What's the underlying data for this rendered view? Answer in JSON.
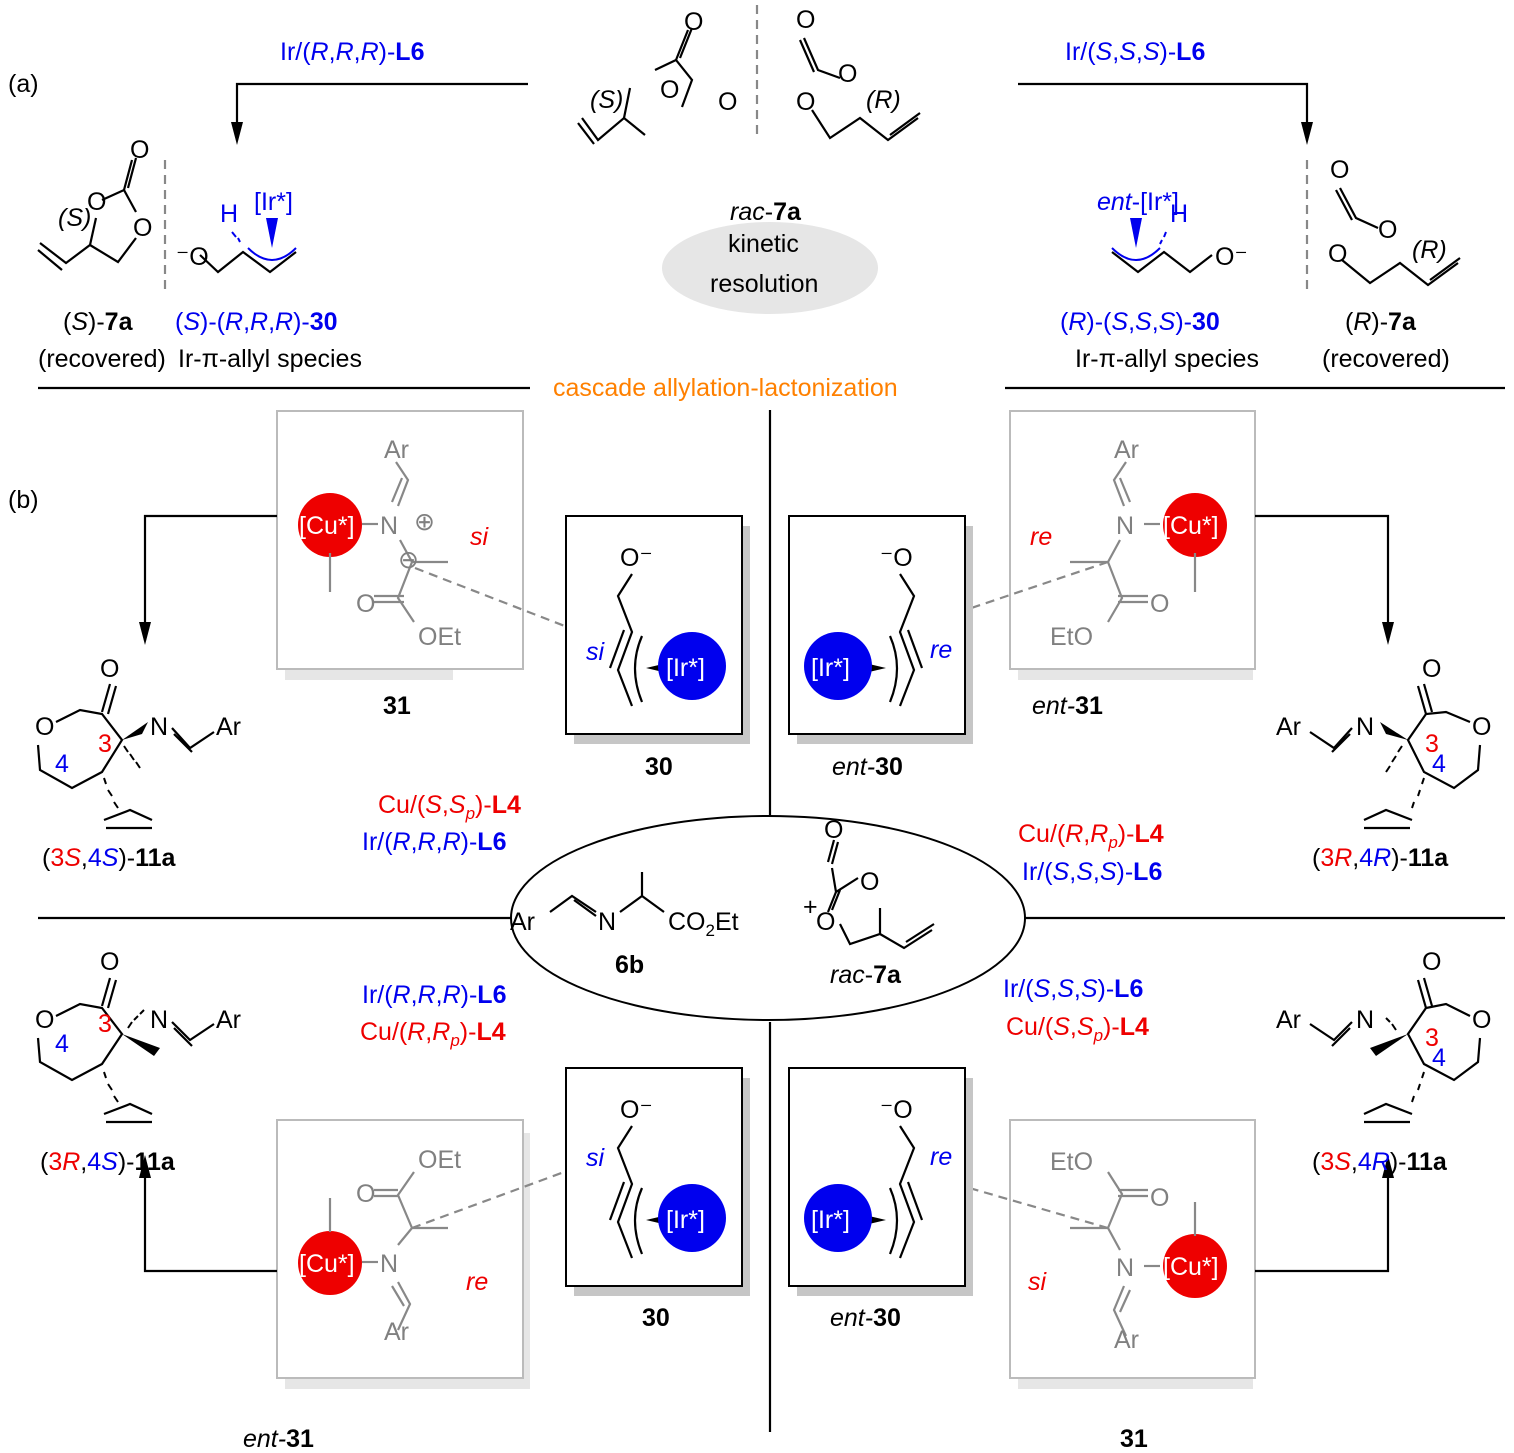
{
  "panel_labels": {
    "a": "(a)",
    "b": "(b)"
  },
  "colors": {
    "iridium": "#0000ee",
    "copper": "#ee0000",
    "cascade": "#ff8000",
    "gray": "#808080",
    "resolution_oval": "#e6e6e6"
  },
  "part_a": {
    "left_arrow_reagent": {
      "prefix": "Ir/(",
      "s1": "R",
      "c1": ",",
      "s2": "R",
      "c2": ",",
      "s3": "R",
      "suffix": ")-",
      "ligand": "L6"
    },
    "right_arrow_reagent": {
      "prefix": "Ir/(",
      "s1": "S",
      "c1": ",",
      "s2": "S",
      "c2": ",",
      "s3": "S",
      "suffix": ")-",
      "ligand": "L6"
    },
    "center_S_label": "(S)",
    "center_R_label": "(R)",
    "rac_label": {
      "prefix": "rac",
      "dash": "-",
      "compound": "7a"
    },
    "resolution_line1": "kinetic",
    "resolution_line2": "resolution",
    "left_recovered": {
      "open": "(",
      "config": "S",
      "close": ")-",
      "compound": "7a",
      "note": "(recovered)",
      "stereo_label": "(S)"
    },
    "right_recovered": {
      "open": "(",
      "config": "R",
      "close": ")-",
      "compound": "7a",
      "note": "(recovered)",
      "stereo_label": "(R)"
    },
    "left_species": {
      "p1": "(",
      "c1": "S",
      "p2": ")-(",
      "c2": "R",
      "p3": ",",
      "c3": "R",
      "p4": ",",
      "c4": "R",
      "p5": ")-",
      "compound": "30",
      "note": "Ir-π-allyl species",
      "metal": "[Ir*]",
      "h": "H",
      "oxyanion": "⁻O"
    },
    "right_species": {
      "p1": "(",
      "c1": "R",
      "p2": ")-(",
      "c2": "S",
      "p3": ",",
      "c3": "S",
      "p4": ",",
      "c4": "S",
      "p5": ")-",
      "compound": "30",
      "note": "Ir-π-allyl species",
      "metal_prefix": "ent",
      "metal": "-[Ir*]",
      "h": "H",
      "oxyanion": "O⁻"
    },
    "atoms": {
      "O": "O"
    }
  },
  "cascade_label": "cascade allylation-lactonization",
  "part_b": {
    "center": {
      "imine": {
        "ar": "Ar",
        "n": "N",
        "ester": "CO",
        "sub": "2",
        "et": "Et",
        "label": "6b"
      },
      "plus": "+",
      "carbonate": {
        "prefix": "rac",
        "dash": "-",
        "compound": "7a"
      }
    },
    "conditions": [
      {
        "quadrant": "top-left",
        "line1": {
          "metal": "Cu/(",
          "a": "S",
          "comma": ",",
          "b": "S",
          "sub": "p",
          "close": ")-",
          "lig": "L4"
        },
        "line2": {
          "metal": "Ir/(",
          "a": "R",
          "c1": ",",
          "b": "R",
          "c2": ",",
          "c": "R",
          "close": ")-",
          "lig": "L6"
        }
      },
      {
        "quadrant": "top-right",
        "line1": {
          "metal": "Cu/(",
          "a": "R",
          "comma": ",",
          "b": "R",
          "sub": "p",
          "close": ")-",
          "lig": "L4"
        },
        "line2": {
          "metal": "Ir/(",
          "a": "S",
          "c1": ",",
          "b": "S",
          "c2": ",",
          "c": "S",
          "close": ")-",
          "lig": "L6"
        }
      },
      {
        "quadrant": "bottom-left",
        "line1": {
          "metal": "Ir/(",
          "a": "R",
          "c1": ",",
          "b": "R",
          "c2": ",",
          "c": "R",
          "close": ")-",
          "lig": "L6"
        },
        "line2": {
          "metal": "Cu/(",
          "a": "R",
          "comma": ",",
          "b": "R",
          "sub": "p",
          "close": ")-",
          "lig": "L4"
        }
      },
      {
        "quadrant": "bottom-right",
        "line1": {
          "metal": "Ir/(",
          "a": "S",
          "c1": ",",
          "b": "S",
          "c2": ",",
          "c": "S",
          "close": ")-",
          "lig": "L6"
        },
        "line2": {
          "metal": "Cu/(",
          "a": "S",
          "comma": ",",
          "b": "S",
          "sub": "p",
          "close": ")-",
          "lig": "L4"
        }
      }
    ],
    "copper_complexes": [
      {
        "quadrant": "top-left",
        "label_prefix": "",
        "label": "31",
        "metal": "[Cu*]",
        "ar": "Ar",
        "n": "N",
        "ester": "OEt",
        "o": "O",
        "face": "si",
        "plus": "⊕",
        "minus": "⊖"
      },
      {
        "quadrant": "top-right",
        "label_prefix": "ent-",
        "label": "31",
        "metal": "[Cu*]",
        "ar": "Ar",
        "n": "N",
        "ester": "EtO",
        "o": "O",
        "face": "re"
      },
      {
        "quadrant": "bottom-left",
        "label_prefix": "ent-",
        "label": "31",
        "metal": "[Cu*]",
        "ar": "Ar",
        "n": "N",
        "ester": "OEt",
        "o": "O",
        "face": "re"
      },
      {
        "quadrant": "bottom-right",
        "label_prefix": "",
        "label": "31",
        "metal": "[Cu*]",
        "ar": "Ar",
        "n": "N",
        "ester": "EtO",
        "o": "O",
        "face": "si"
      }
    ],
    "iridium_complexes": [
      {
        "quadrant": "top-left",
        "label_prefix": "",
        "label": "30",
        "metal": "[Ir*]",
        "oxyanion": "O⁻",
        "face": "si"
      },
      {
        "quadrant": "top-right",
        "label_prefix": "ent-",
        "label": "30",
        "metal": "[Ir*]",
        "oxyanion": "⁻O",
        "face": "re"
      },
      {
        "quadrant": "bottom-left",
        "label_prefix": "",
        "label": "30",
        "metal": "[Ir*]",
        "oxyanion": "O⁻",
        "face": "si"
      },
      {
        "quadrant": "bottom-right",
        "label_prefix": "ent-",
        "label": "30",
        "metal": "[Ir*]",
        "oxyanion": "⁻O",
        "face": "re"
      }
    ],
    "products": [
      {
        "quadrant": "top-left",
        "c3": "3S",
        "c3num": "3",
        "c3cfg": "S",
        "c4num": "4",
        "c4cfg": "S",
        "compound": "11a",
        "ring_num3": "3",
        "ring_num4": "4"
      },
      {
        "quadrant": "top-right",
        "c3num": "3",
        "c3cfg": "R",
        "c4num": "4",
        "c4cfg": "R",
        "compound": "11a",
        "ring_num3": "3",
        "ring_num4": "4"
      },
      {
        "quadrant": "bottom-left",
        "c3num": "3",
        "c3cfg": "R",
        "c4num": "4",
        "c4cfg": "S",
        "compound": "11a",
        "ring_num3": "3",
        "ring_num4": "4"
      },
      {
        "quadrant": "bottom-right",
        "c3num": "3",
        "c3cfg": "S",
        "c4num": "4",
        "c4cfg": "R",
        "compound": "11a",
        "ring_num3": "3",
        "ring_num4": "4"
      }
    ],
    "product_atoms": {
      "o": "O",
      "n": "N",
      "ar": "Ar"
    }
  }
}
